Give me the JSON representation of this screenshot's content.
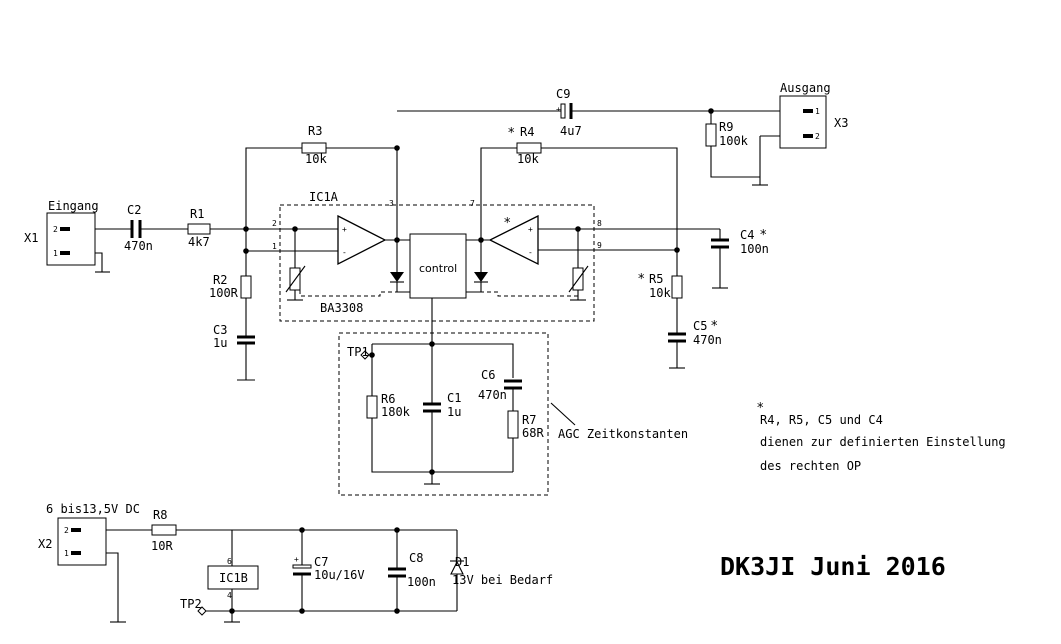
{
  "connectors": {
    "x1": {
      "ref": "X1",
      "title": "Eingang",
      "pin1": "1",
      "pin2": "2"
    },
    "x2": {
      "ref": "X2",
      "title": "6 bis13,5V DC",
      "pin1": "1",
      "pin2": "2"
    },
    "x3": {
      "ref": "X3",
      "title": "Ausgang",
      "pin1": "1",
      "pin2": "2"
    }
  },
  "components": {
    "r1": {
      "ref": "R1",
      "value": "4k7"
    },
    "r2": {
      "ref": "R2",
      "value": "100R"
    },
    "r3": {
      "ref": "R3",
      "value": "10k"
    },
    "r4": {
      "ref": "R4",
      "value": "10k"
    },
    "r5": {
      "ref": "R5",
      "value": "10k"
    },
    "r6": {
      "ref": "R6",
      "value": "180k"
    },
    "r7": {
      "ref": "R7",
      "value": "68R"
    },
    "r8": {
      "ref": "R8",
      "value": "10R"
    },
    "r9": {
      "ref": "R9",
      "value": "100k"
    },
    "c1": {
      "ref": "C1",
      "value": "1u"
    },
    "c2": {
      "ref": "C2",
      "value": "470n"
    },
    "c3": {
      "ref": "C3",
      "value": "1u"
    },
    "c4": {
      "ref": "C4",
      "value": "100n"
    },
    "c5": {
      "ref": "C5",
      "value": "470n"
    },
    "c6": {
      "ref": "C6",
      "value": "470n"
    },
    "c7": {
      "ref": "C7",
      "value": "10u/16V"
    },
    "c8": {
      "ref": "C8",
      "value": "100n"
    },
    "c9": {
      "ref": "C9",
      "value": "4u7"
    },
    "d1": {
      "ref": "D1",
      "value": "13V bei Bedarf"
    },
    "ic1a": {
      "ref": "IC1A",
      "part": "BA3308",
      "control": "control"
    },
    "ic1b": {
      "ref": "IC1B"
    },
    "tp1": {
      "ref": "TP1"
    },
    "tp2": {
      "ref": "TP2"
    }
  },
  "pins": {
    "p1": "1",
    "p2": "2",
    "p3": "3",
    "p4": "4",
    "p6": "6",
    "p7": "7",
    "p8": "8",
    "p9": "9"
  },
  "labels": {
    "agc": "AGC Zeitkonstanten",
    "star": "*"
  },
  "note": {
    "line1": "R4, R5, C5 und C4",
    "line2": "dienen zur definierten Einstellung",
    "line3": "des rechten OP"
  },
  "signature": "DK3JI Juni 2016"
}
